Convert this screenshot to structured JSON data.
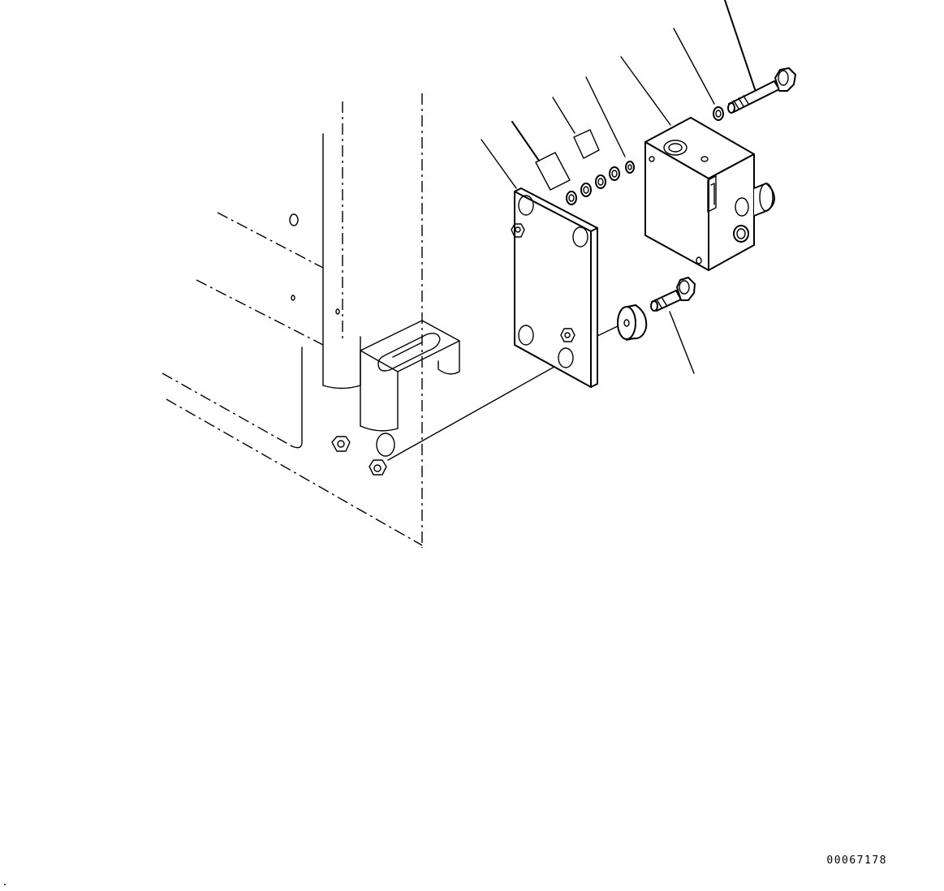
{
  "drawing": {
    "number": "00067178"
  },
  "parts": [
    {
      "name": "bracket-frame"
    },
    {
      "name": "mounting-plate"
    },
    {
      "name": "valve-block"
    },
    {
      "name": "long-bolt"
    },
    {
      "name": "short-bolt"
    },
    {
      "name": "washer"
    },
    {
      "name": "o-ring"
    },
    {
      "name": "spacer-bushing"
    },
    {
      "name": "nut"
    }
  ]
}
